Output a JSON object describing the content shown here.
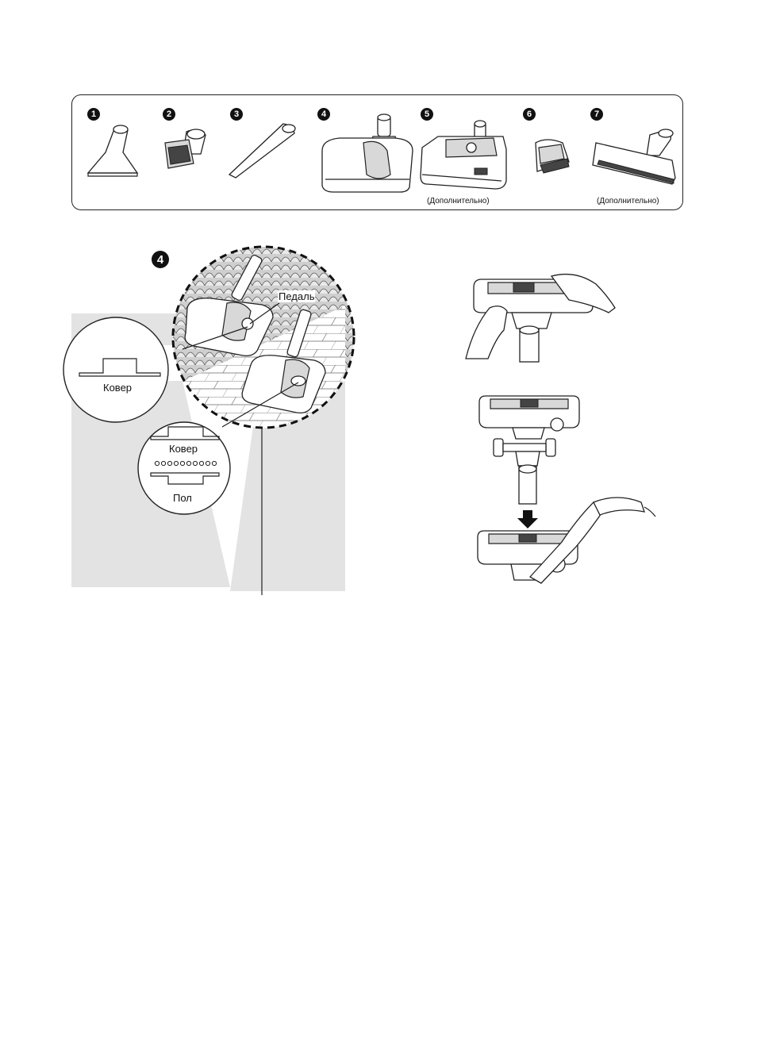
{
  "accessories": [
    {
      "number": "1",
      "icon": "upholstery-nozzle-icon"
    },
    {
      "number": "2",
      "icon": "brush-nozzle-icon"
    },
    {
      "number": "3",
      "icon": "crevice-tool-icon"
    },
    {
      "number": "4",
      "icon": "floor-brush-icon"
    },
    {
      "number": "5",
      "icon": "turbo-brush-icon",
      "note": "(Дополнительно)"
    },
    {
      "number": "6",
      "icon": "mini-brush-icon"
    },
    {
      "number": "7",
      "icon": "parquet-brush-icon",
      "note": "(Дополнительно)"
    }
  ],
  "floor_brush_figure": {
    "number": "4",
    "pedal_label": "Педаль",
    "carpet_label": "Ковер",
    "carpet_label_2": "Ковер",
    "floor_label": "Пол"
  },
  "turbo_brush_figure": {
    "arrow_icon": "arrow-down-icon"
  }
}
